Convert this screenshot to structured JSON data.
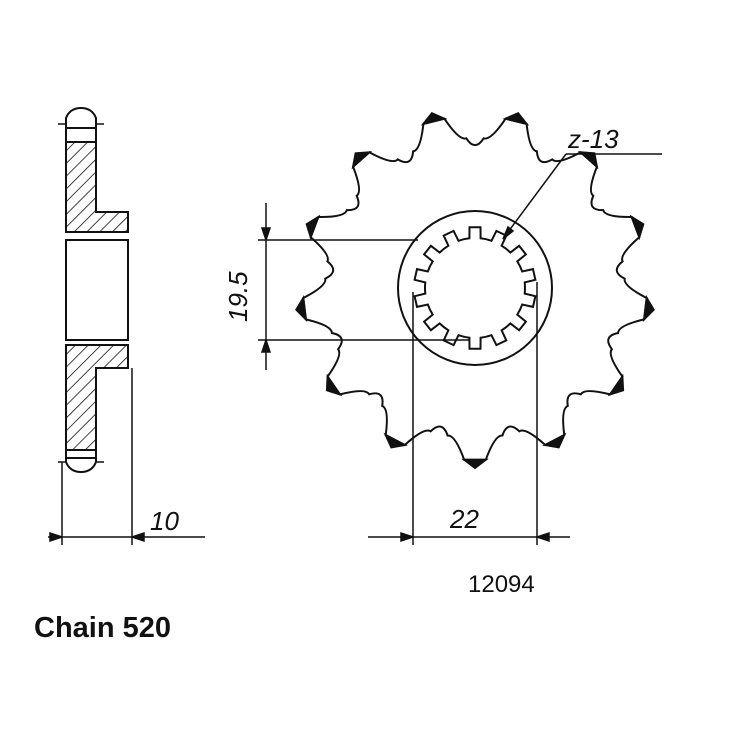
{
  "labels": {
    "teeth": "z-13",
    "inner_height": "19.5",
    "bore_diameter": "22",
    "thickness": "10",
    "part_number": "12094",
    "chain": "Chain 520"
  },
  "sprocket": {
    "teeth_count": 13,
    "spline_count": 14
  },
  "colors": {
    "line": "#111111",
    "background": "#ffffff"
  }
}
